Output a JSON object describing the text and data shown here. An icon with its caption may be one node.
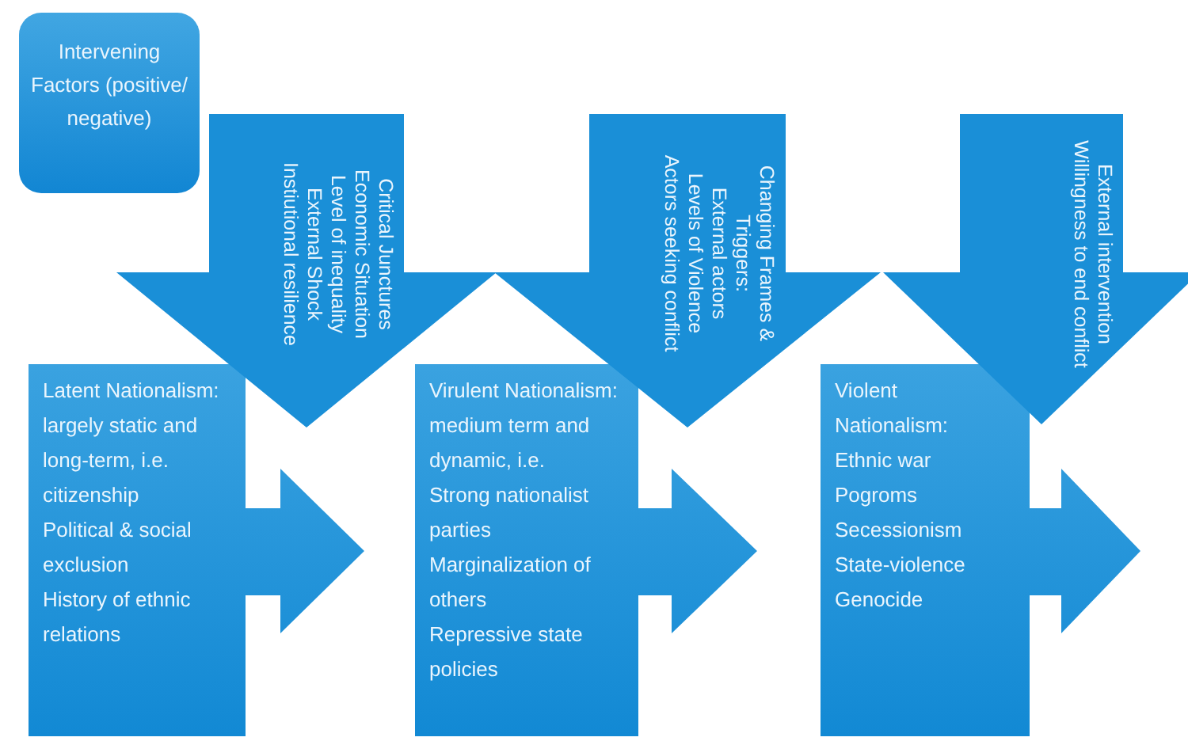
{
  "diagram": {
    "nodes": [
      {
        "text": [
          "Intervening Factors (positive/ negative)"
        ]
      },
      {
        "text": [
          "Critical Junctures",
          "Economic Situation",
          "Level of inequality",
          "External Shock",
          "Instiutional resilience"
        ]
      },
      {
        "text": [
          "Changing Frames & Triggers:",
          "External actors",
          "Levels of Violence",
          "Actors seeking conflict"
        ]
      },
      {
        "text": [
          "External intervention",
          "Willingness to end conflict"
        ]
      },
      {
        "text": [
          "Latent Nationalism: largely static and long-term, i.e. citizenship",
          "Political & social exclusion",
          "History of ethnic relations"
        ]
      },
      {
        "text": [
          "Virulent Nationalism: medium term and dynamic, i.e.",
          "Strong nationalist parties",
          "Marginalization of others",
          "Repressive state policies"
        ]
      },
      {
        "text": [
          "Violent Nationalism:",
          "Ethnic war",
          "Pogroms",
          "Secessionism",
          "State-violence",
          "Genocide"
        ]
      }
    ]
  }
}
